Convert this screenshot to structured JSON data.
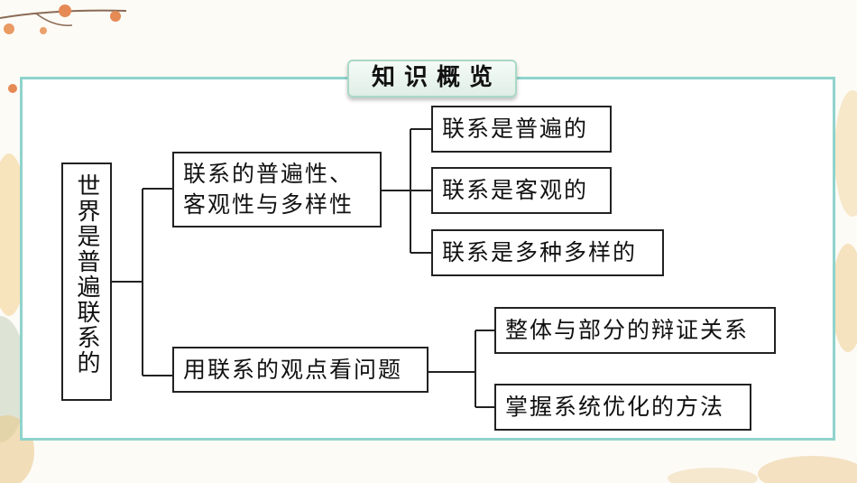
{
  "title": "知识概览",
  "root": {
    "label": "世界是普遍联系的"
  },
  "branches": [
    {
      "label": "联系的普遍性、客观性与多样性",
      "children": [
        "联系是普遍的",
        "联系是客观的",
        "联系是多种多样的"
      ]
    },
    {
      "label": "用联系的观点看问题",
      "children": [
        "整体与部分的辩证关系",
        "掌握系统优化的方法"
      ]
    }
  ],
  "colors": {
    "frame": "#8fd3cc",
    "title_bg": "#dfeee6",
    "box_border": "#222222"
  }
}
